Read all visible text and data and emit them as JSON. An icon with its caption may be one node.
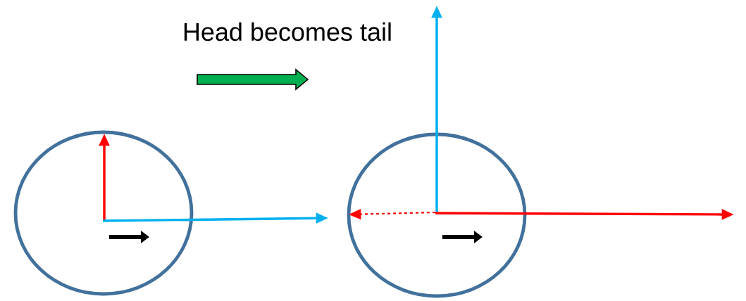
{
  "diagram": {
    "title": "Head becomes tail",
    "nodes": [
      {
        "text": [],
        "shape": "circle"
      },
      {
        "text": [],
        "shape": "circle"
      }
    ]
  }
}
